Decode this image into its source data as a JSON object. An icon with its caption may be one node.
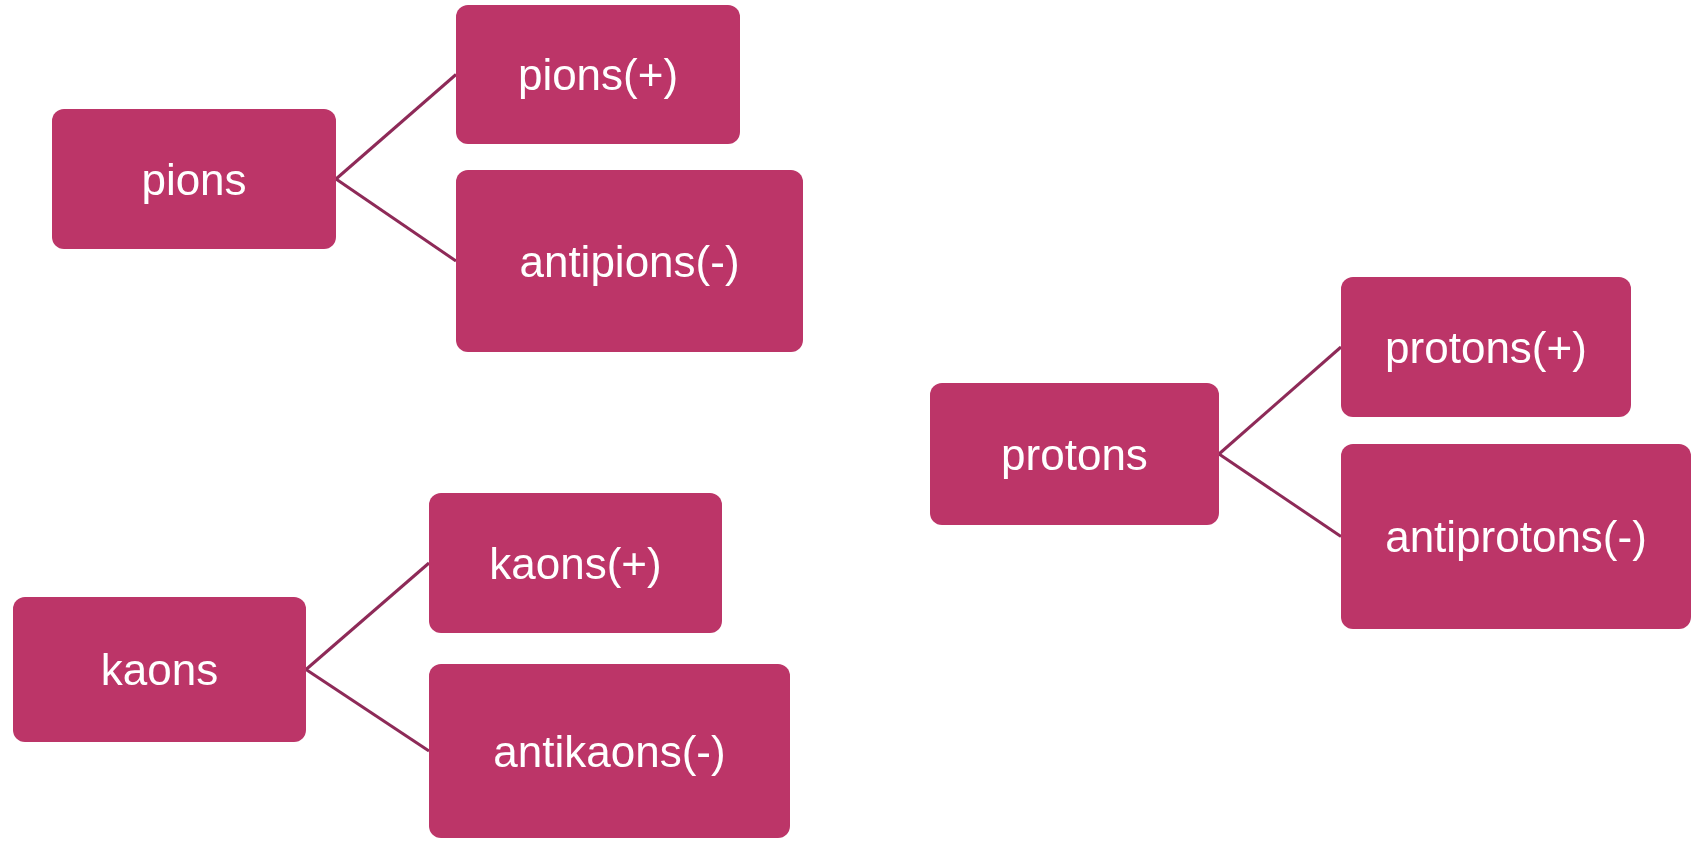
{
  "diagram": {
    "nodes": [
      {
        "text": [
          "pions"
        ]
      },
      {
        "text": [
          "pions(+)"
        ]
      },
      {
        "text": [
          "antipions(-)"
        ]
      },
      {
        "text": [
          "kaons"
        ]
      },
      {
        "text": [
          "kaons(+)"
        ]
      },
      {
        "text": [
          "antikaons(-)"
        ]
      },
      {
        "text": [
          "protons"
        ]
      },
      {
        "text": [
          "protons(+)"
        ]
      },
      {
        "text": [
          "antiprotons(-)"
        ]
      }
    ],
    "edges": [
      {
        "from": 0,
        "to": 1,
        "arrow": "none"
      },
      {
        "from": 0,
        "to": 2,
        "arrow": "none"
      },
      {
        "from": 3,
        "to": 4,
        "arrow": "none"
      },
      {
        "from": 3,
        "to": 5,
        "arrow": "none"
      },
      {
        "from": 6,
        "to": 7,
        "arrow": "none"
      },
      {
        "from": 6,
        "to": 8,
        "arrow": "none"
      }
    ]
  }
}
